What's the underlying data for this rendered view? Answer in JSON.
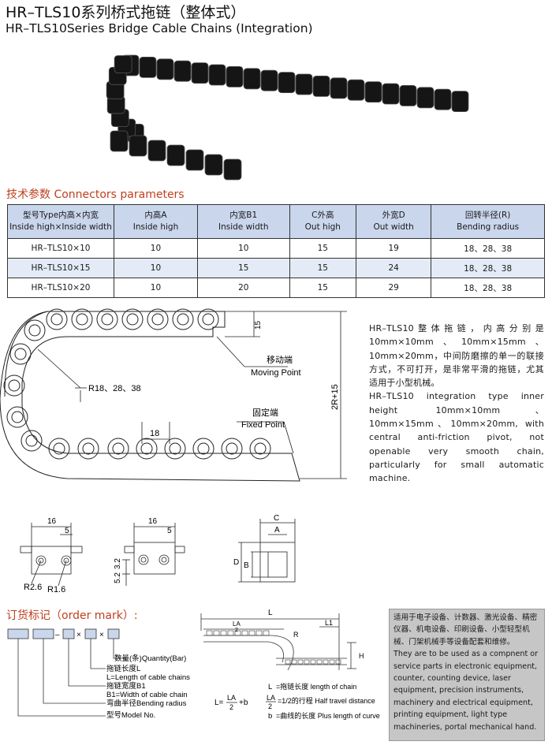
{
  "title_cn": "HR–TLS10系列桥式拖链（整体式）",
  "title_en": "HR–TLS10Series Bridge Cable Chains (Integration)",
  "params_title": "技术参数 Connectors parameters",
  "table": {
    "headers": [
      {
        "cn": "型号Type内高×内宽",
        "en": "Inside high×Inside width"
      },
      {
        "cn": "内高A",
        "en": "Inside high"
      },
      {
        "cn": "内宽B1",
        "en": "Inside width"
      },
      {
        "cn": "C外高",
        "en": "Out high"
      },
      {
        "cn": "外宽D",
        "en": "Out width"
      },
      {
        "cn": "回转半径(R)",
        "en": "Bending radius"
      }
    ],
    "rows": [
      [
        "HR–TLS10×10",
        "10",
        "10",
        "15",
        "19",
        "18、28、38"
      ],
      [
        "HR–TLS10×15",
        "10",
        "15",
        "15",
        "24",
        "18、28、38"
      ],
      [
        "HR–TLS10×20",
        "10",
        "20",
        "15",
        "29",
        "18、28、38"
      ]
    ]
  },
  "diagram": {
    "dim_15": "15",
    "moving_cn": "移动端",
    "moving_en": "Moving Point",
    "radius": "R18、28、38",
    "dim_2r15": "2R+15",
    "fixed_cn": "固定端",
    "fixed_en": "Fixed Point",
    "dim_18": "18"
  },
  "description": {
    "cn": "HR–TLS10整体拖链，内高分别是10mm×10mm、10mm×15mm、10mm×20mm，中间防磨擦的单一的联接方式，不可打开，是非常平滑的拖链，尤其适用于小型机械。",
    "en": "HR–TLS10 integration type inner height 10mm×10mm、10mm×15mm、10mm×20mm, with central anti-friction pivot, not openable very smooth chain, particularly for small automatic machine."
  },
  "link_dims": {
    "d16a": "16",
    "d5a": "5",
    "r26": "R2.6",
    "r16": "R1.6",
    "d16b": "16",
    "d5b": "5",
    "d52": "5.2",
    "d32": "3.2",
    "c": "C",
    "a": "A",
    "d": "D",
    "b": "B"
  },
  "order": {
    "title": "订货标记（order mark）:",
    "sep_dash": "–",
    "sep_x": "×",
    "qty": "数量(条)Quantity(Bar)",
    "len_cn": "拖链长度L",
    "len_en": "L=Length of cable chains",
    "width_cn": "拖链宽度B1",
    "width_en": "B1=Width of cable chain",
    "radius_cn": "弯曲半径Bending radius",
    "model": "型号Model No.",
    "formula_l": "L=",
    "formula_la": "LA",
    "formula_2": "2",
    "formula_b": "+b",
    "leg1_sym": "L",
    "leg1": "=拖链长度 length of chain",
    "leg2_sym": "LA",
    "leg2_den": "2",
    "leg2": "=1/2的行程 Half travel distance",
    "leg3_sym": "b",
    "leg3": "=曲线的长度 Plus length of curve"
  },
  "travel": {
    "L": "L",
    "LA": "LA",
    "two": "2",
    "R": "R",
    "L1": "L1",
    "H": "H"
  },
  "application": {
    "cn": "适用于电子设备、计数器、激光设备、精密仪器、机电设备、印刷设备、小型轻型机械、门架机械手等设备配套和维修。",
    "en": "They are to be used as a compnent or service parts in electronic equipment, counter, counting device, laser equipment, precision instruments, machinery and electrical equipment, printing equipment, light type machineries, portal mechanical hand."
  },
  "colors": {
    "accent": "#c0401f",
    "table_header": "#c9d6ec",
    "table_alt": "#e4ebf6",
    "box": "#c6c6c6"
  }
}
